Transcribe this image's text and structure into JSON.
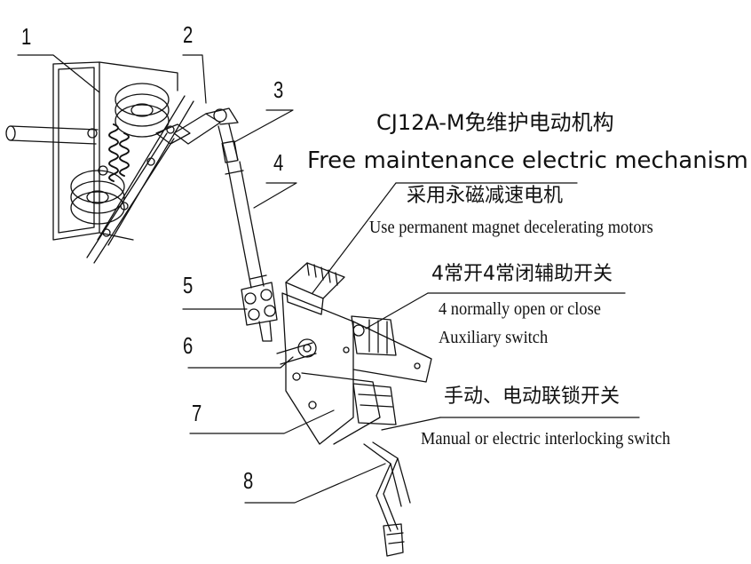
{
  "callouts": [
    "1",
    "2",
    "3",
    "4",
    "5",
    "6",
    "7",
    "8"
  ],
  "title": {
    "model_cn": "CJ12A-M免维护电动机构",
    "en": "Free maintenance electric mechanism"
  },
  "notes": [
    {
      "cn": "采用永磁减速电机",
      "en": "Use permanent magnet decelerating motors"
    },
    {
      "cn": "4常开4常闭辅助开关",
      "en_line1": "4 normally open or close",
      "en_line2": "Auxiliary switch"
    },
    {
      "cn": "手动、电动联锁开关",
      "en": "Manual or electric interlocking switch"
    }
  ]
}
